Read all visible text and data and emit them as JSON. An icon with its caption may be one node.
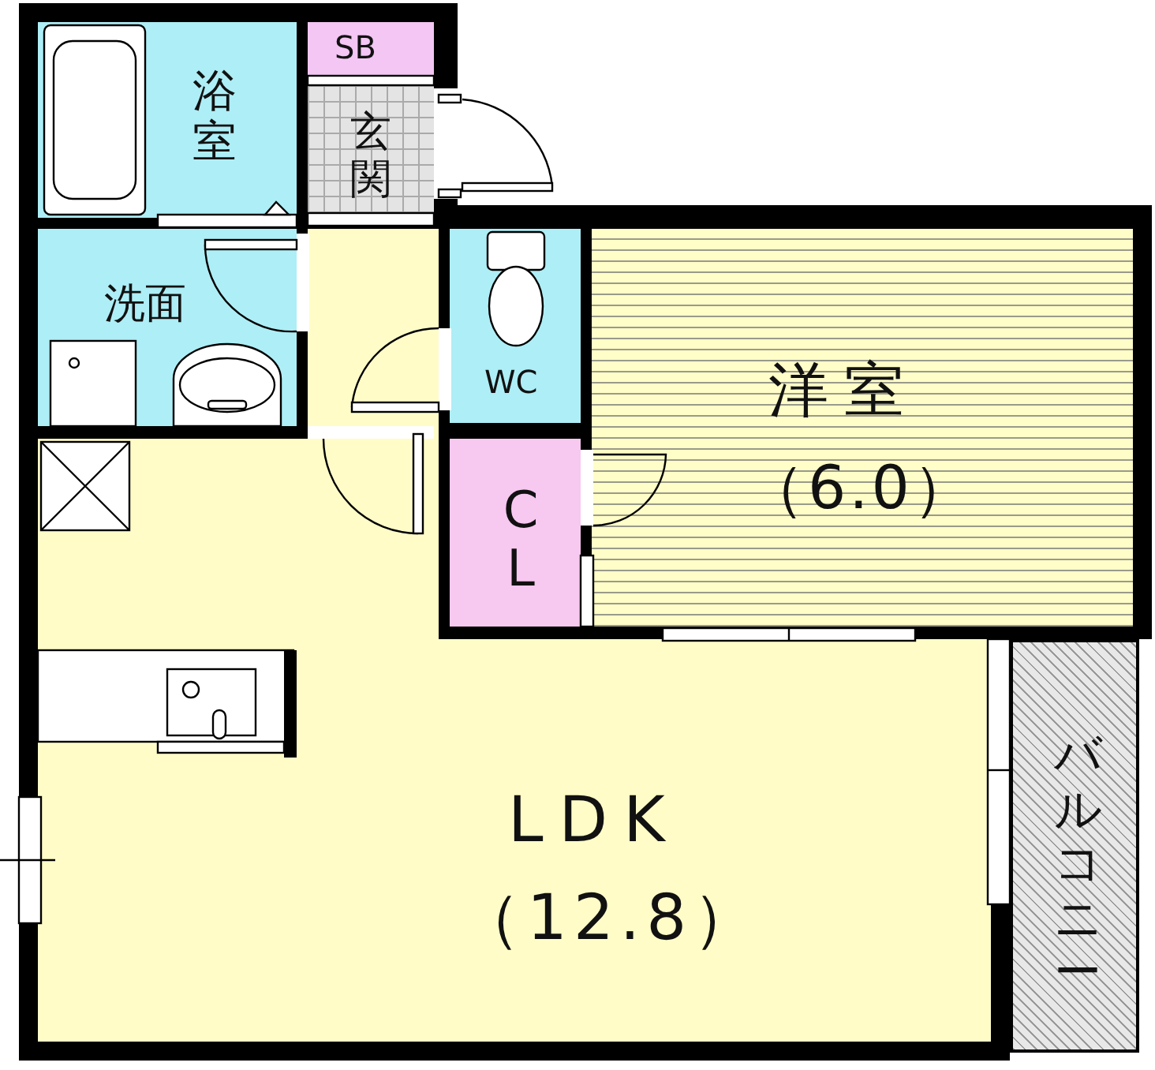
{
  "diagram": {
    "nodes": [
      {
        "text": [
          "浴室"
        ]
      },
      {
        "text": [
          "SB"
        ]
      },
      {
        "text": [
          "玄関"
        ]
      },
      {
        "text": [
          "洗面"
        ]
      },
      {
        "text": [
          "WC"
        ]
      },
      {
        "text": [
          "洋室",
          "（6.0）"
        ]
      },
      {
        "text": [
          "CL"
        ]
      },
      {
        "text": [
          "LDK",
          "（12.8）"
        ]
      },
      {
        "text": [
          "バルコニー"
        ]
      }
    ]
  }
}
